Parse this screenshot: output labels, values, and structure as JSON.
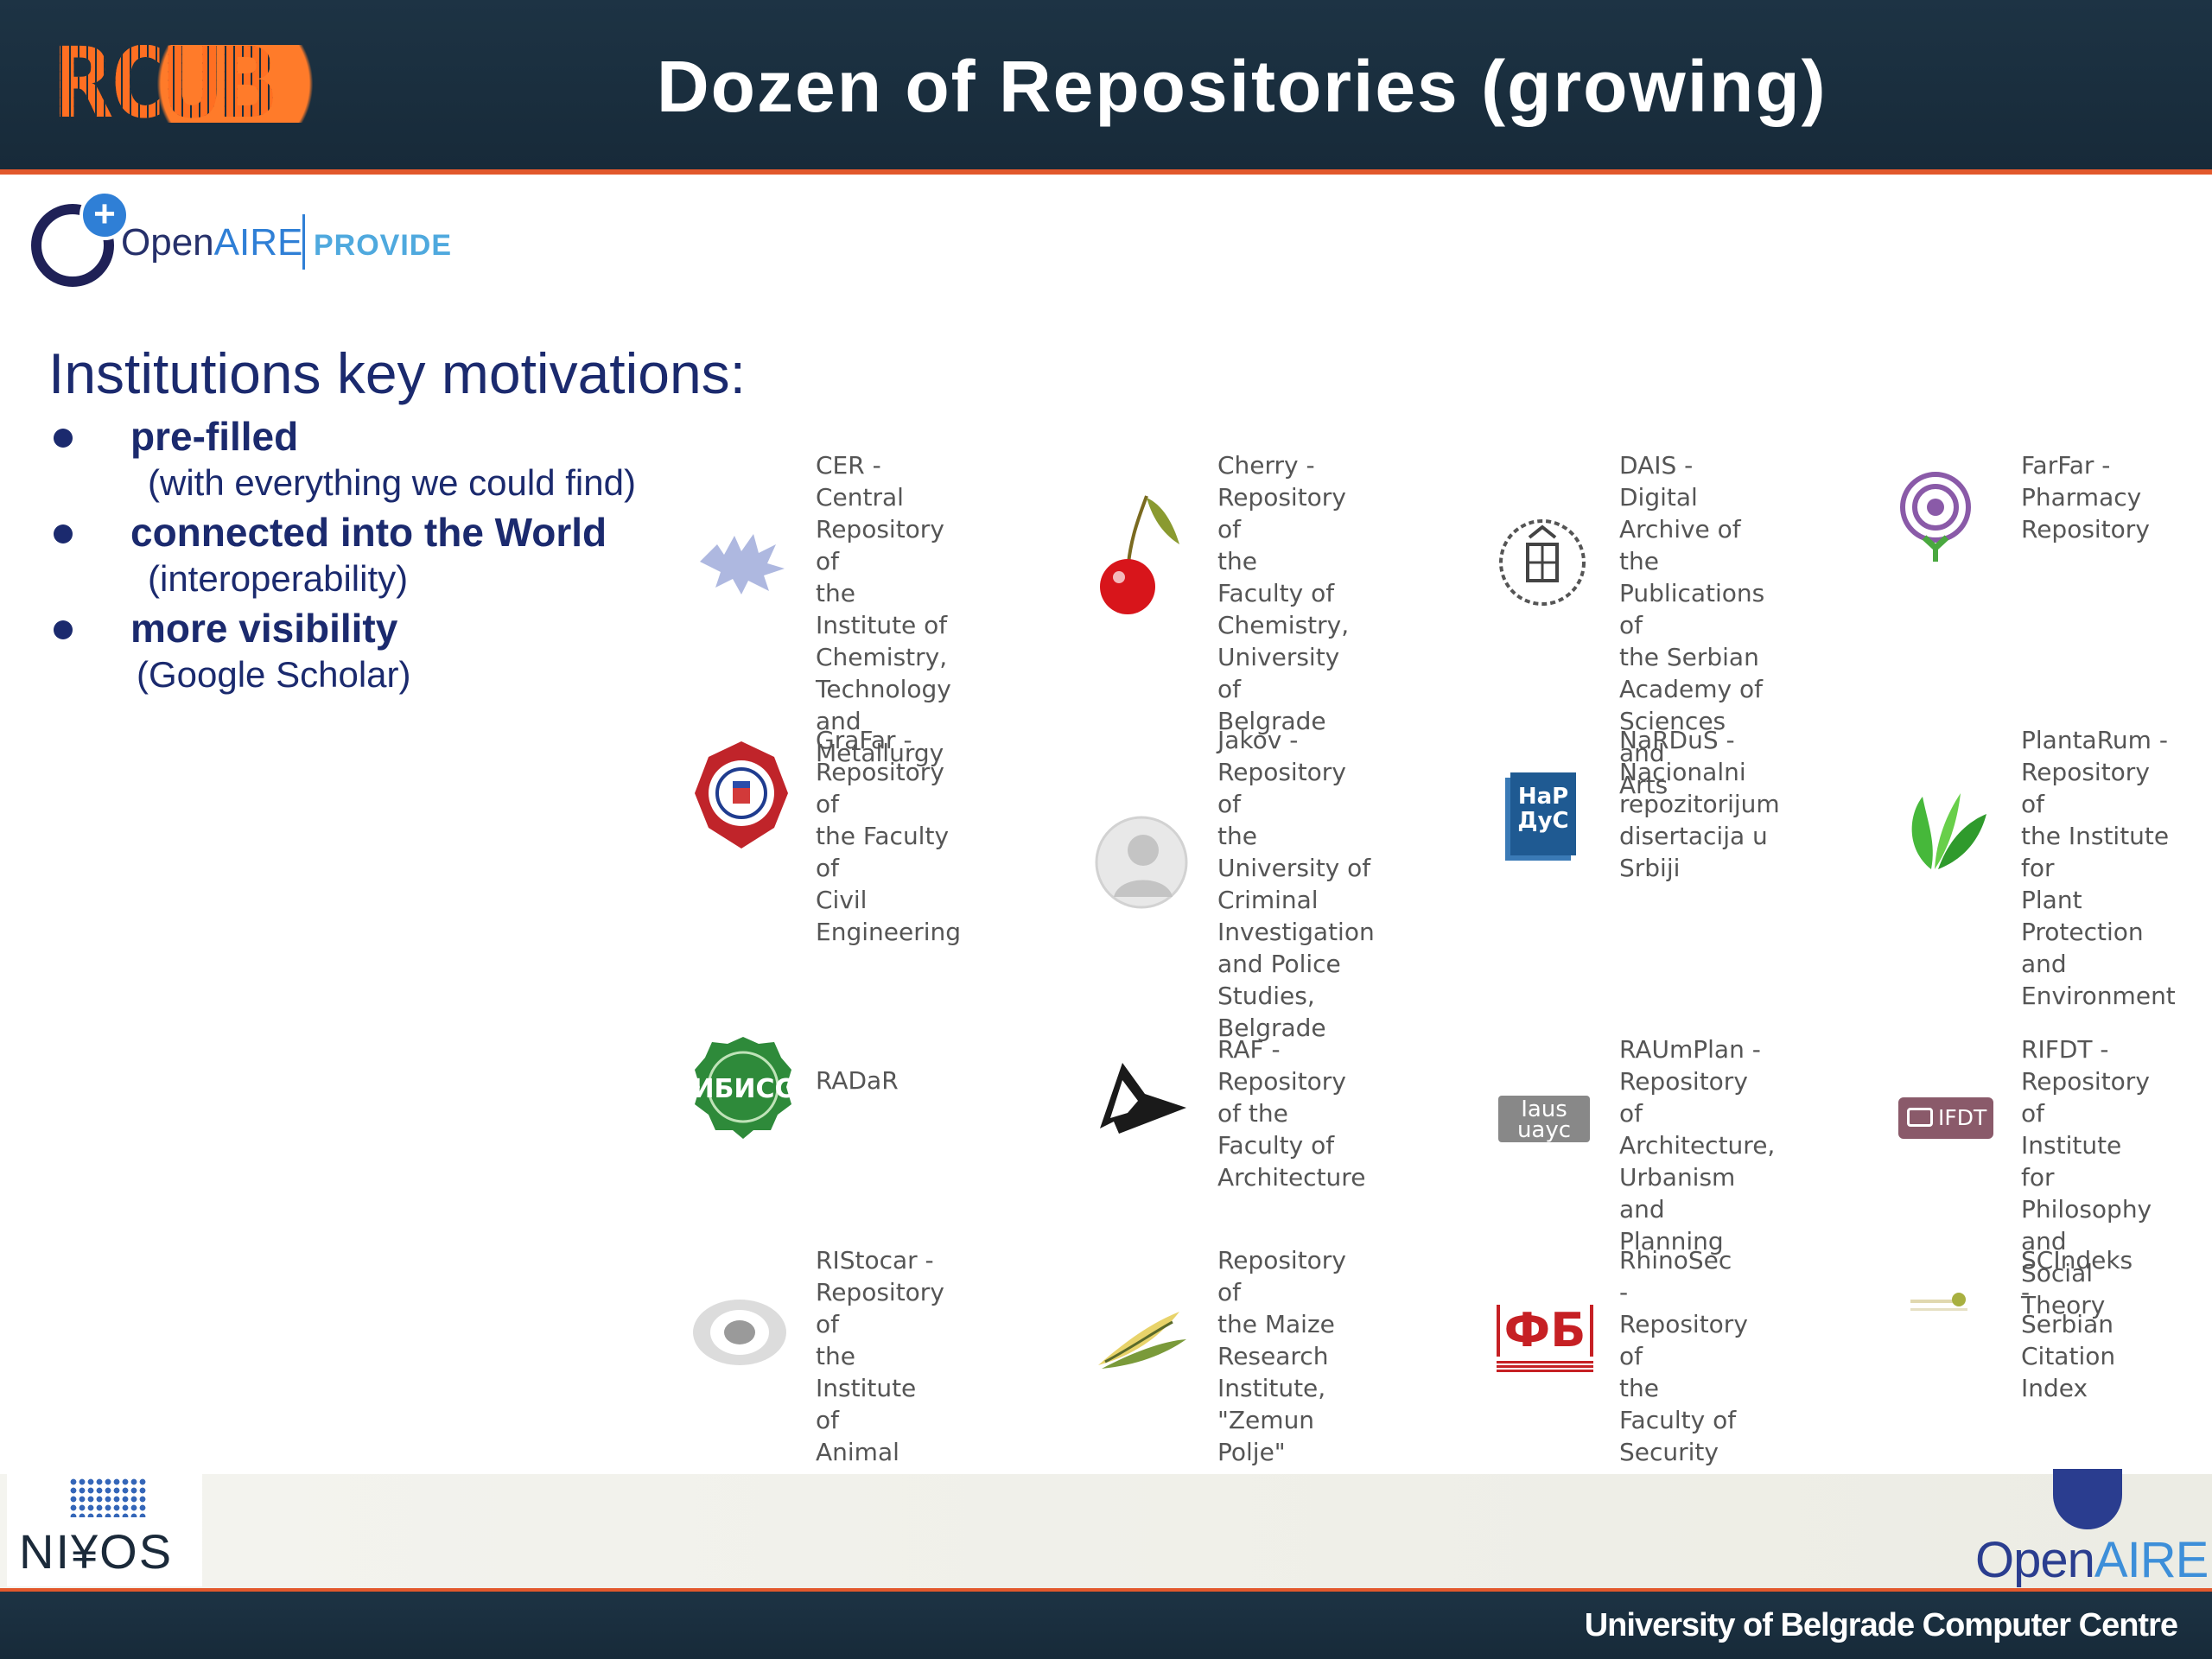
{
  "header": {
    "logo_text": "RCUB",
    "title": "Dozen of Repositories (growing)"
  },
  "provide_logo": {
    "open": "Open",
    "aire": "AIRE",
    "tag": "PROVIDE"
  },
  "motivations": {
    "heading": "Institutions key motivations:",
    "items": [
      {
        "main": "pre-filled",
        "sub": "(with everything we could find)"
      },
      {
        "main": "connected into the World",
        "sub": "(interoperability)"
      },
      {
        "main": "more visibility",
        "sub": "(Google Scholar)"
      }
    ]
  },
  "repositories": [
    {
      "label": "CER - Central\nRepository of\nthe Institute of\nChemistry,\nTechnology and\nMetallurgy",
      "icon": "leaf-icon"
    },
    {
      "label": "Cherry -\nRepository of\nthe Faculty of\nChemistry,\nUniversity of\nBelgrade",
      "icon": "cherry-icon"
    },
    {
      "label": "DAIS - Digital\nArchive of the\nPublications of\nthe Serbian\nAcademy of\nSciences and\nArts",
      "icon": "coat-of-arms-icon"
    },
    {
      "label": "FarFar -\nPharmacy\nRepository",
      "icon": "spiral-icon"
    },
    {
      "label": "GraFar -\nRepository of\nthe Faculty of\nCivil Engineering",
      "icon": "seal-icon"
    },
    {
      "label": "Jakov -\nRepository of\nthe University of\nCriminal\nInvestigation\nand Police\nStudies,\nBelgrade",
      "icon": "portrait-icon"
    },
    {
      "label": "NaRDuS -\nNacionalni\nrepozitorijum\ndisertacija u\nSrbiji",
      "icon": "book-icon"
    },
    {
      "label": "PlantaRum -\nRepository of\nthe Institute for\nPlant Protection\nand\nEnvironment",
      "icon": "plant-icon"
    },
    {
      "label": "RADaR",
      "icon": "green-seal-icon"
    },
    {
      "label": "RAF - Repository\nof the Faculty of\nArchitecture",
      "icon": "architecture-icon"
    },
    {
      "label": "RAUmPlan -\nRepository of\nArchitecture,\nUrbanism and\nPlanning",
      "icon": "iaus-icon"
    },
    {
      "label": "RIFDT -\nRepository of\nInstitute for\nPhilosophy and\nSocial Theory",
      "icon": "ifdt-icon"
    },
    {
      "label": "RIStocar -\nRepository of\nthe Institute of\nAnimal\nHusbandry",
      "icon": "animal-icon"
    },
    {
      "label": "Repository of\nthe Maize\nResearch\nInstitute,\n\"Zemun Polje\"",
      "icon": "maize-icon"
    },
    {
      "label": "RhinoSec -\nRepository of\nthe Faculty of\nSecurity Studies,\nUniversity of\nBelgrade",
      "icon": "fb-icon"
    },
    {
      "label": "SCIndeks -\nSerbian Citation\nIndex",
      "icon": "scindeks-icon"
    }
  ],
  "logo_text": {
    "iaus": "Iaus\nuayc",
    "ifdt": "IFDT",
    "fb": "ФБ",
    "nardus": "НаР\nДуС"
  },
  "footer": {
    "nikos": "NI¥OS",
    "openaire_open": "Open",
    "openaire_aire": "AIRE",
    "text": "University of Belgrade Computer Centre"
  }
}
